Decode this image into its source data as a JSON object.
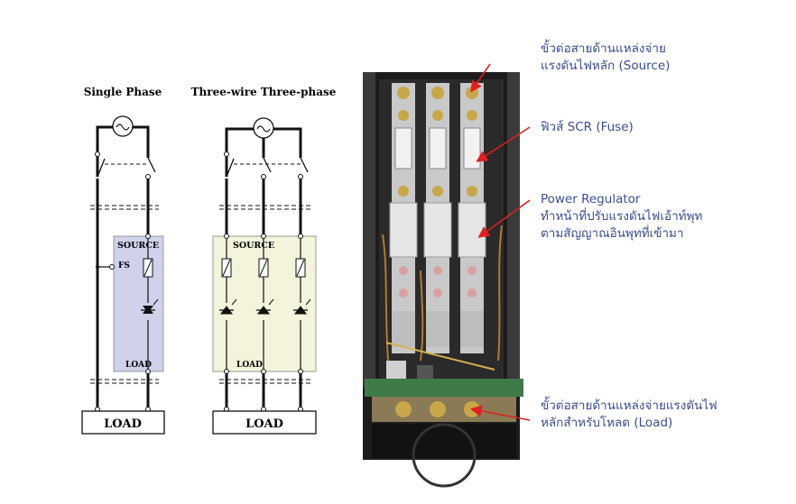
{
  "diagrams": {
    "single_phase": {
      "title": "Single Phase",
      "source_label": "SOURCE",
      "fuse_label": "FS",
      "load_tag": "LOAD",
      "load_box": "LOAD"
    },
    "three_phase": {
      "title": "Three-wire Three-phase",
      "source_label": "SOURCE",
      "load_tag": "LOAD",
      "load_box": "LOAD"
    }
  },
  "annotations": {
    "source": {
      "line1": "ขั้วต่อสายด้านแหล่งจ่าย",
      "line2": "แรงดันไฟหลัก (Source)"
    },
    "fuse": {
      "line1": "ฟิวส์ SCR (Fuse)"
    },
    "regulator": {
      "line1": "Power Regulator",
      "line2": "ทำหน้าที่ปรับแรงดันไฟเอ้าท์พุท",
      "line3": "ตามสัญญาณอินพุทที่เข้ามา"
    },
    "load": {
      "line1": "ขั้วต่อสายด้านแหล่งจ่ายแรงดันไฟ",
      "line2": "หลักสำหรับโหลด (Load)"
    }
  },
  "colors": {
    "single_panel": "#cfd2ea",
    "three_panel": "#f4f3dc",
    "annotation_text": "#3b4d8f",
    "arrow": "#e02020"
  }
}
